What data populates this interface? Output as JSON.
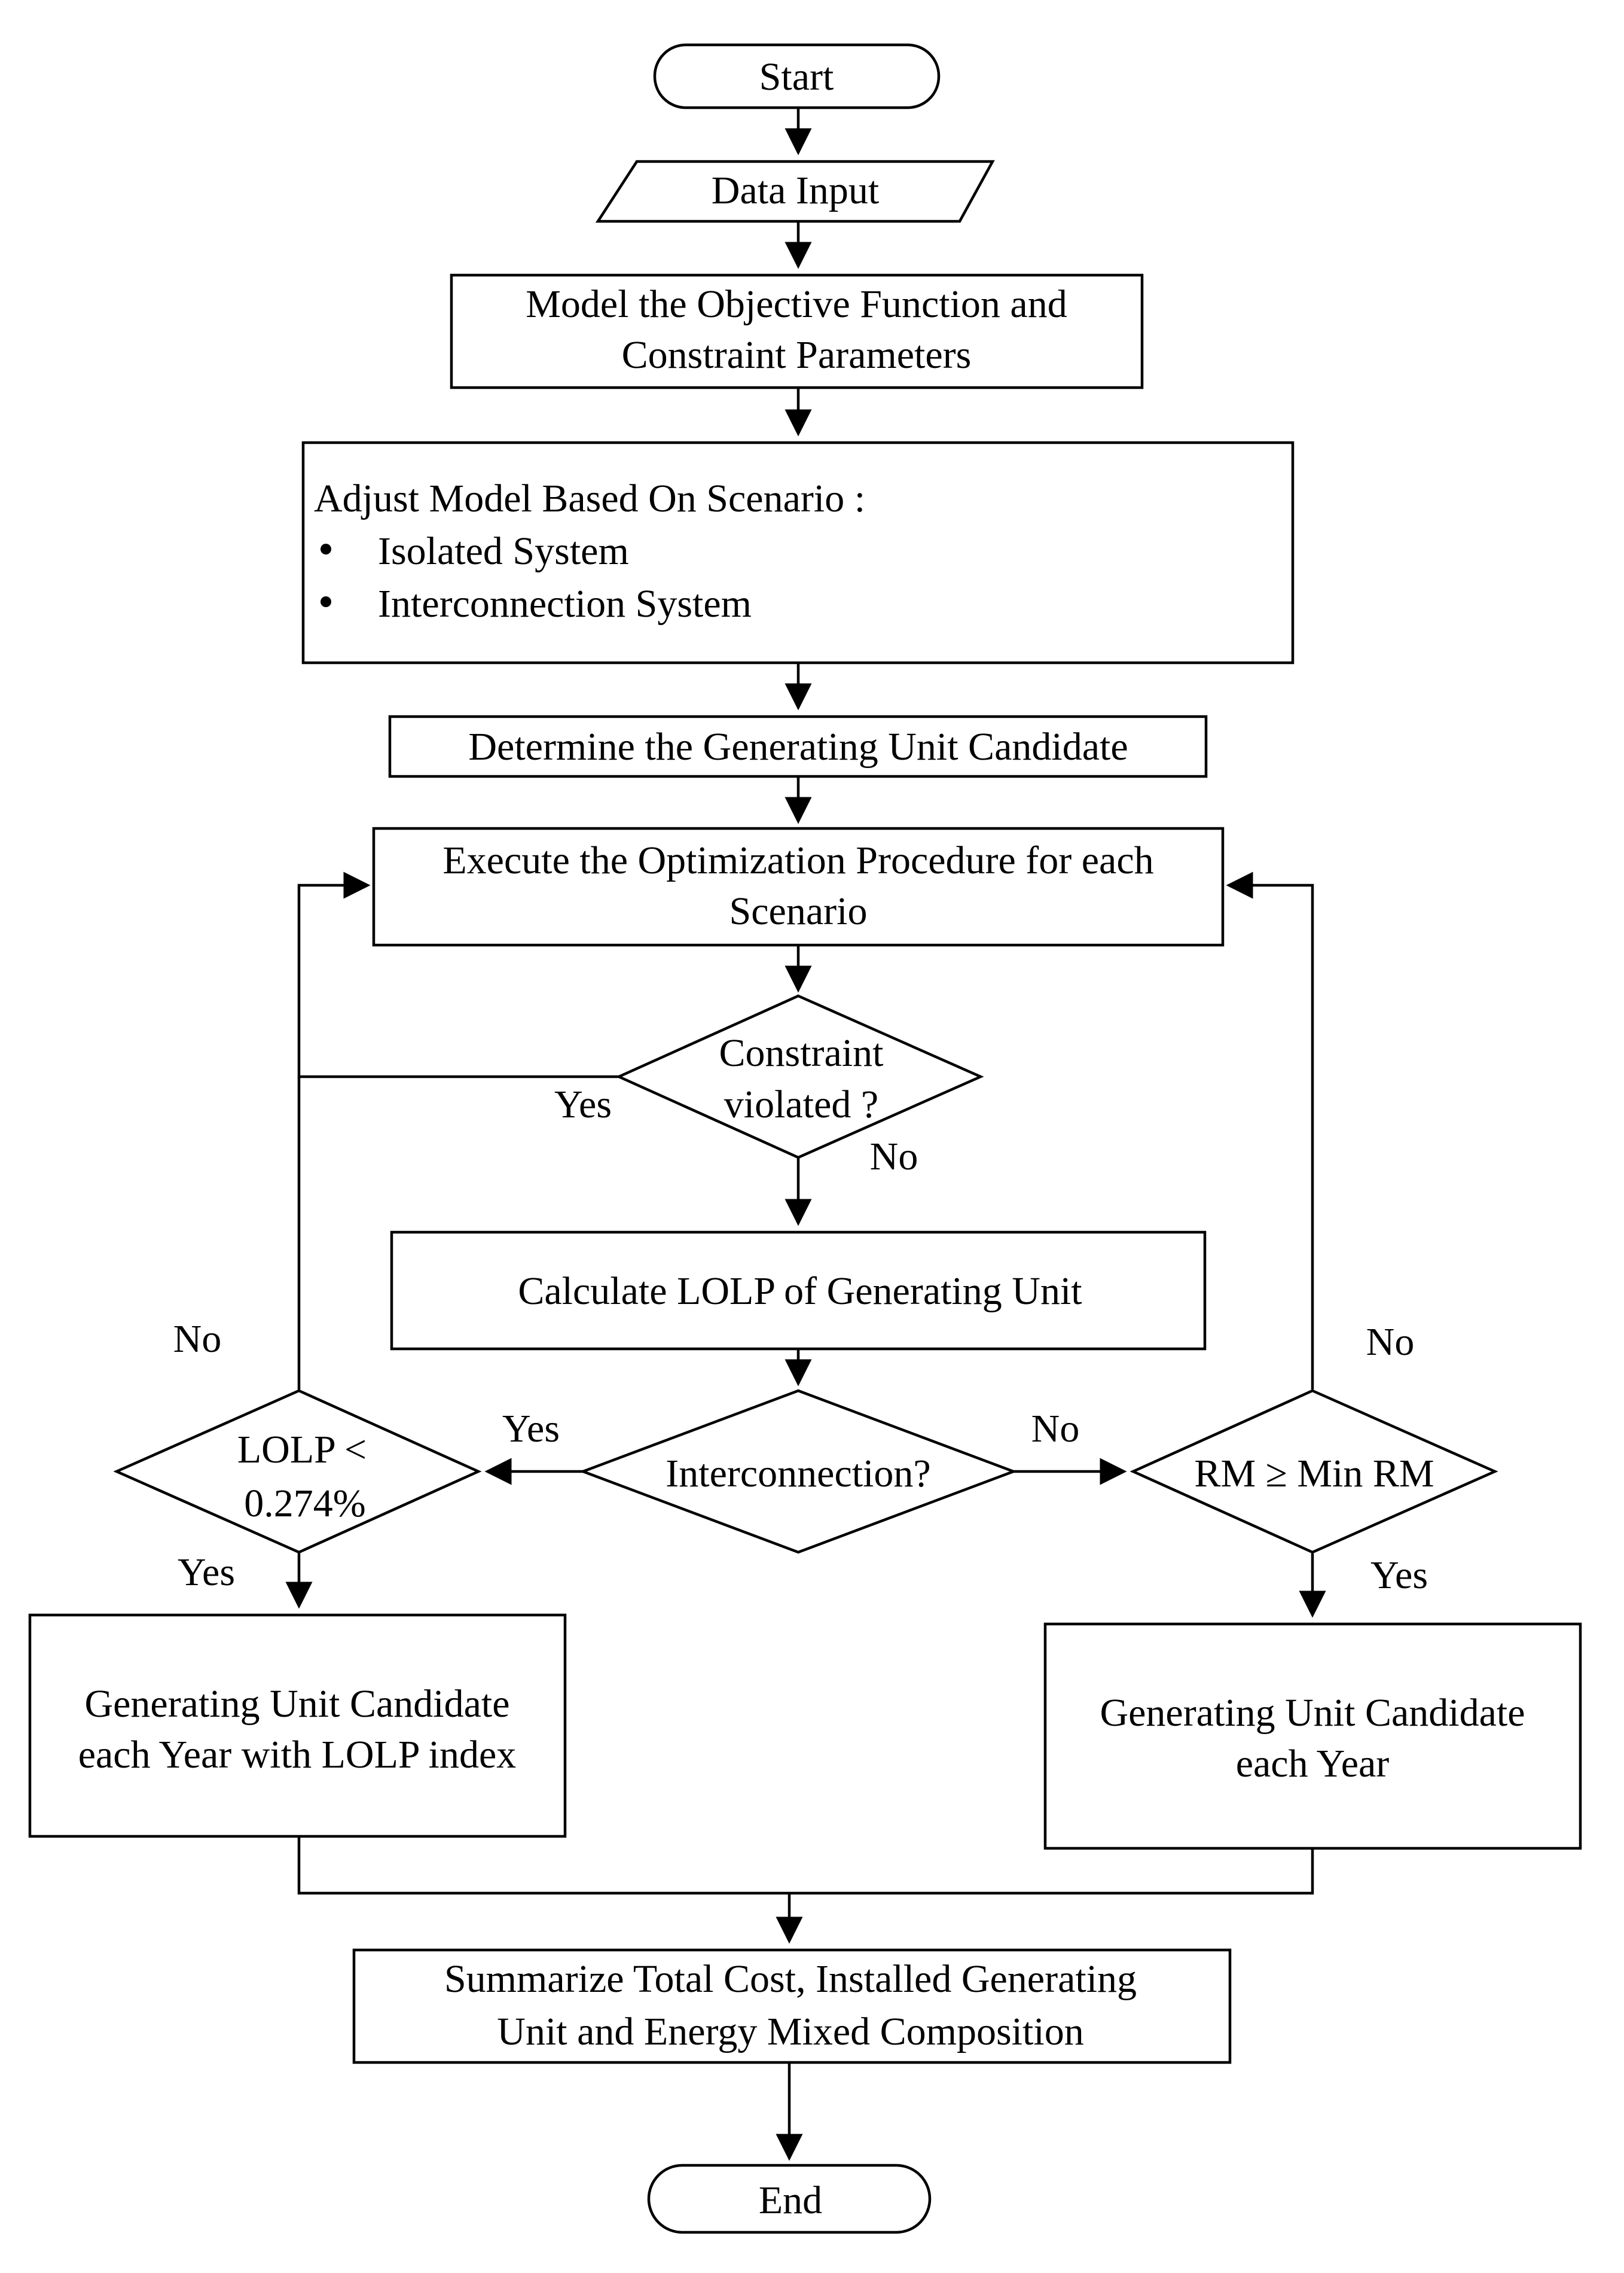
{
  "nodes": {
    "start": "Start",
    "data_input": "Data Input",
    "model": [
      "Model the Objective Function and",
      "Constraint Parameters"
    ],
    "adjust": {
      "heading": "Adjust Model Based On Scenario :",
      "bullets": [
        "Isolated System",
        "Interconnection System"
      ]
    },
    "determine": "Determine the Generating Unit Candidate",
    "execute": [
      "Execute the Optimization Procedure for each",
      "Scenario"
    ],
    "constraint": [
      "Constraint",
      "violated ?"
    ],
    "calculate": "Calculate LOLP of Generating Unit",
    "interconnection": "Interconnection?",
    "lolp": [
      "LOLP <",
      "0.274%"
    ],
    "rm": "RM ≥ Min RM",
    "candidate_lolp": [
      "Generating Unit Candidate",
      "each Year with LOLP index"
    ],
    "candidate_year": [
      "Generating Unit Candidate",
      "each Year"
    ],
    "summarize": [
      "Summarize Total Cost, Installed Generating",
      "Unit and Energy Mixed Composition"
    ],
    "end": "End"
  },
  "edge_labels": {
    "constraint_yes": "Yes",
    "constraint_no": "No",
    "interconnection_yes": "Yes",
    "interconnection_no": "No",
    "lolp_no": "No",
    "lolp_yes": "Yes",
    "rm_no": "No",
    "rm_yes": "Yes"
  },
  "colors": {
    "stroke": "#000000",
    "fill": "#ffffff"
  }
}
